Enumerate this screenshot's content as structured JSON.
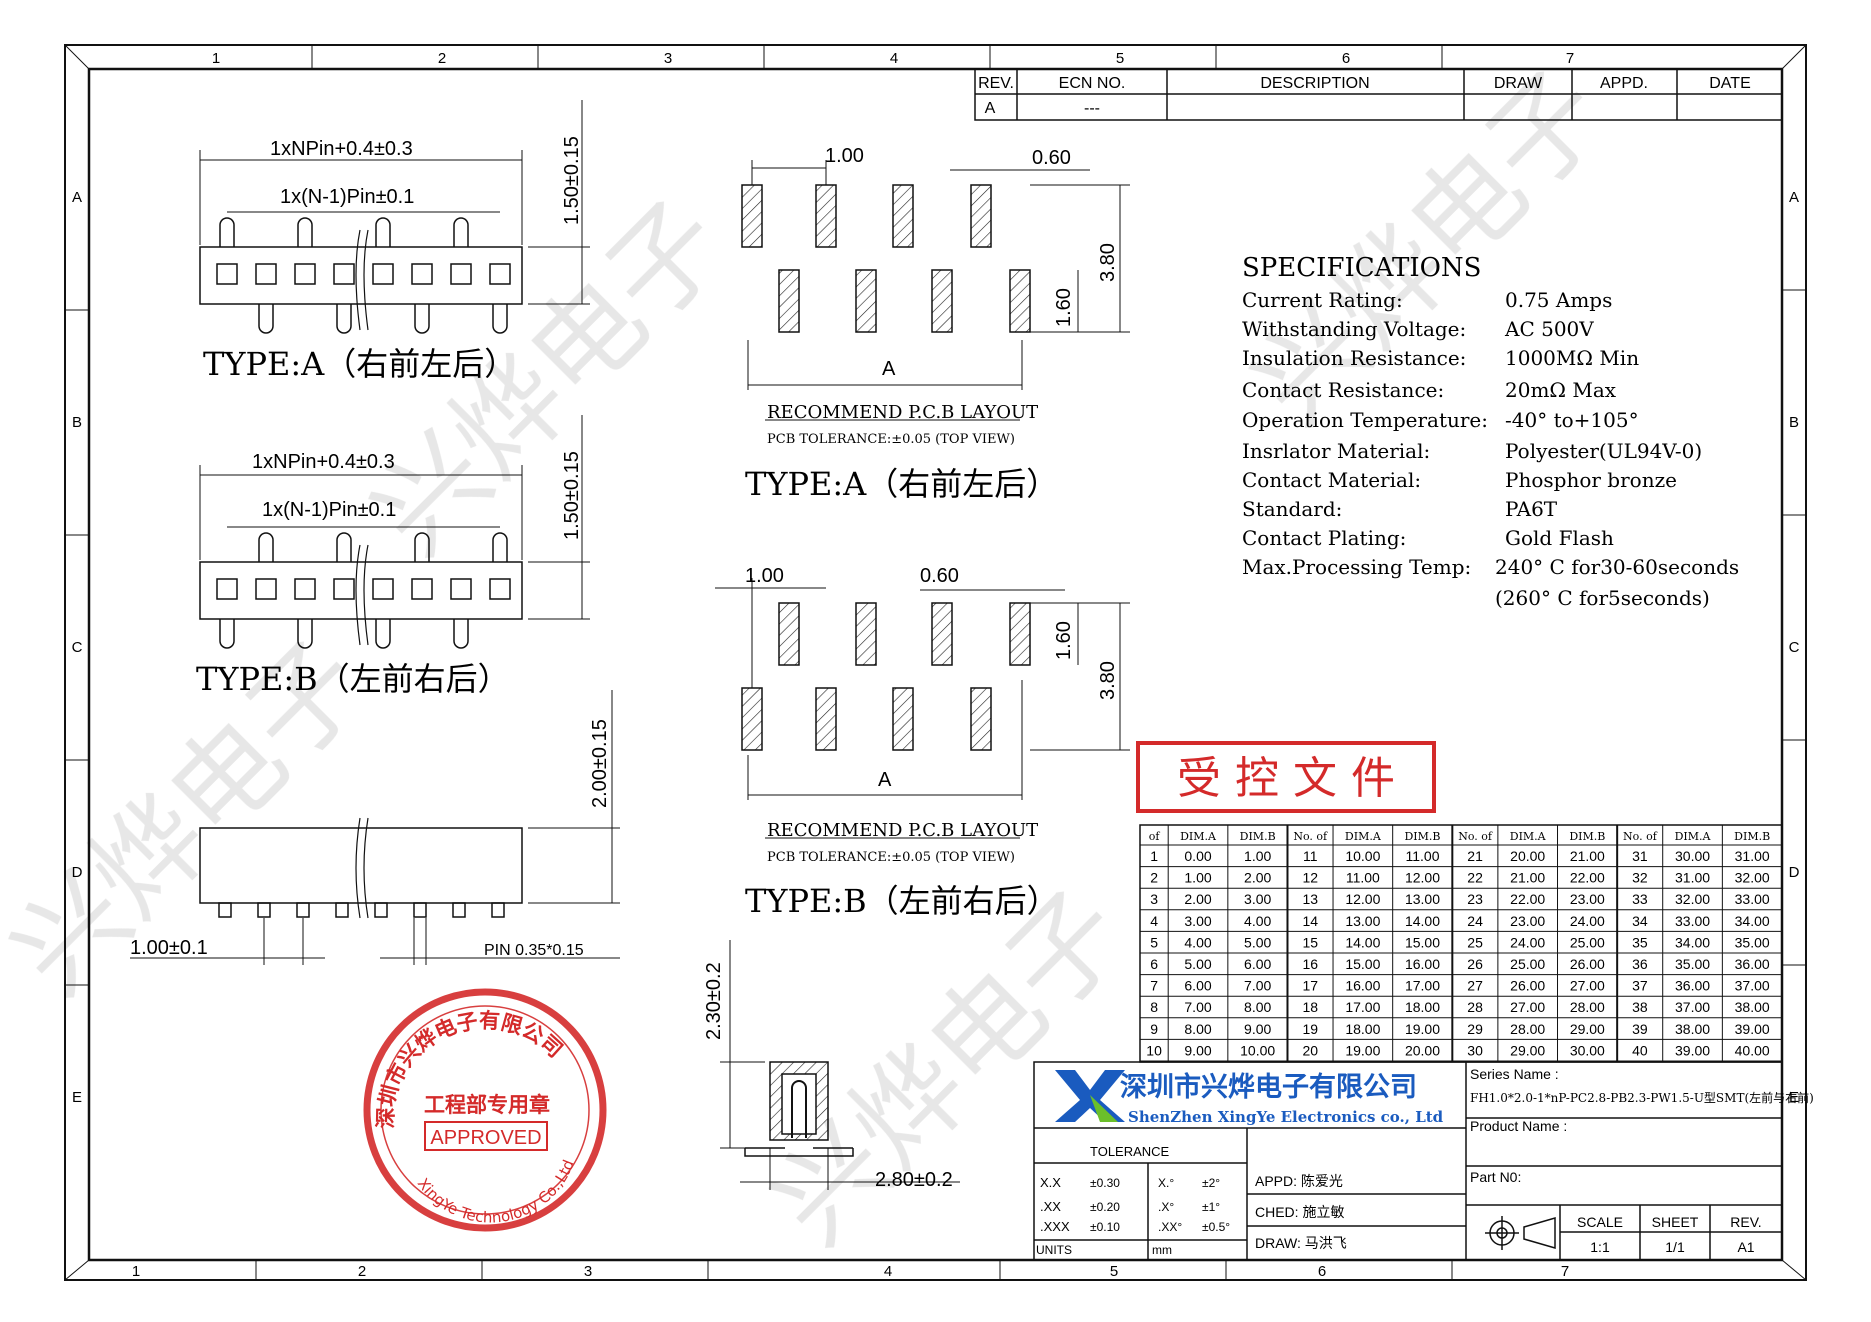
{
  "frame": {
    "columns_top": [
      "1",
      "2",
      "3",
      "4",
      "5",
      "6",
      "7"
    ],
    "columns_bottom": [
      "1",
      "2",
      "3",
      "4",
      "5",
      "6",
      "7"
    ],
    "rows": [
      "A",
      "B",
      "C",
      "D",
      "E"
    ]
  },
  "revision_table": {
    "headers": [
      "REV.",
      "ECN NO.",
      "DESCRIPTION",
      "DRAW",
      "APPD.",
      "DATE"
    ],
    "row": [
      "A",
      "---",
      "",
      "",
      "",
      ""
    ]
  },
  "drawing": {
    "type_a_label": "TYPE:A（右前左后）",
    "type_b_label": "TYPE:B（左前右后）",
    "dim_n_pin": "1xNPin+0.4±0.3",
    "dim_n1_pin": "1x(N-1)Pin±0.1",
    "dim_height_150": "1.50±0.15",
    "dim_height_200": "2.00±0.15",
    "dim_pitch": "1.00±0.1",
    "dim_pin": "PIN  0.35*0.15",
    "dim_230": "2.30±0.2",
    "dim_280": "2.80±0.2",
    "pcb_100": "1.00",
    "pcb_060": "0.60",
    "pcb_380": "3.80",
    "pcb_160": "1.60",
    "pcb_a": "A",
    "pcb_title": "RECOMMEND P.C.B LAYOUT",
    "pcb_tolerance": "PCB TOLERANCE:±0.05 (TOP VIEW)"
  },
  "specifications": {
    "title": "SPECIFICATIONS",
    "rows": [
      {
        "k": "Current Rating:",
        "v": "0.75 Amps"
      },
      {
        "k": "Withstanding Voltage:",
        "v": "AC 500V"
      },
      {
        "k": "Insulation Resistance:",
        "v": "1000MΩ Min"
      },
      {
        "k": "Contact Resistance:",
        "v": "20mΩ Max"
      },
      {
        "k": "Operation Temperature:",
        "v": "-40° to+105°"
      },
      {
        "k": "Insrlator Material:",
        "v": "Polyester(UL94V-0)"
      },
      {
        "k": "Contact Material:",
        "v": "Phosphor bronze"
      },
      {
        "k": "Standard:",
        "v": "PA6T"
      },
      {
        "k": "Contact Plating:",
        "v": "Gold Flash"
      },
      {
        "k": "Max.Processing Temp:",
        "v": "240° C for30-60seconds"
      },
      {
        "k": "",
        "v": "(260° C for5seconds)"
      }
    ]
  },
  "controlled_stamp": "受 控 文 件",
  "dim_table": {
    "headers": [
      "of",
      "DIM.A",
      "DIM.B",
      "No. of",
      "DIM.A",
      "DIM.B",
      "No. of",
      "DIM.A",
      "DIM.B",
      "No. of",
      "DIM.A",
      "DIM.B"
    ],
    "rows": [
      [
        "1",
        "0.00",
        "1.00",
        "11",
        "10.00",
        "11.00",
        "21",
        "20.00",
        "21.00",
        "31",
        "30.00",
        "31.00"
      ],
      [
        "2",
        "1.00",
        "2.00",
        "12",
        "11.00",
        "12.00",
        "22",
        "21.00",
        "22.00",
        "32",
        "31.00",
        "32.00"
      ],
      [
        "3",
        "2.00",
        "3.00",
        "13",
        "12.00",
        "13.00",
        "23",
        "22.00",
        "23.00",
        "33",
        "32.00",
        "33.00"
      ],
      [
        "4",
        "3.00",
        "4.00",
        "14",
        "13.00",
        "14.00",
        "24",
        "23.00",
        "24.00",
        "34",
        "33.00",
        "34.00"
      ],
      [
        "5",
        "4.00",
        "5.00",
        "15",
        "14.00",
        "15.00",
        "25",
        "24.00",
        "25.00",
        "35",
        "34.00",
        "35.00"
      ],
      [
        "6",
        "5.00",
        "6.00",
        "16",
        "15.00",
        "16.00",
        "26",
        "25.00",
        "26.00",
        "36",
        "35.00",
        "36.00"
      ],
      [
        "7",
        "6.00",
        "7.00",
        "17",
        "16.00",
        "17.00",
        "27",
        "26.00",
        "27.00",
        "37",
        "36.00",
        "37.00"
      ],
      [
        "8",
        "7.00",
        "8.00",
        "18",
        "17.00",
        "18.00",
        "28",
        "27.00",
        "28.00",
        "38",
        "37.00",
        "38.00"
      ],
      [
        "9",
        "8.00",
        "9.00",
        "19",
        "18.00",
        "19.00",
        "29",
        "28.00",
        "29.00",
        "39",
        "38.00",
        "39.00"
      ],
      [
        "10",
        "9.00",
        "10.00",
        "20",
        "19.00",
        "20.00",
        "30",
        "29.00",
        "30.00",
        "40",
        "39.00",
        "40.00"
      ]
    ]
  },
  "title_block": {
    "company_cn": "深圳市兴烨电子有限公司",
    "company_en": "ShenZhen XingYe Electronics co., Ltd",
    "series_label": "Series Name :",
    "series_value": "FH1.0*2.0-1*nP-PC2.8-PB2.3-PW1.5-U型SMT(左前与右前)",
    "product_label": "Product Name :",
    "part_label": "Part N0:",
    "tolerance_label": "TOLERANCE",
    "tol_rows": [
      {
        "a": "X.X",
        "b": "±0.30",
        "c": "X.°",
        "d": "±2°"
      },
      {
        "a": ".XX",
        "b": "±0.20",
        "c": ".X°",
        "d": "±1°"
      },
      {
        "a": ".XXX",
        "b": "±0.10",
        "c": ".XX°",
        "d": "±0.5°"
      }
    ],
    "units_label": "UNITS",
    "units_value": "mm",
    "appd": "APPD: 陈爱光",
    "ched": "CHED: 施立敏",
    "draw": "DRAW: 马洪飞",
    "scale_label": "SCALE",
    "scale_value": "1:1",
    "sheet_label": "SHEET",
    "sheet_value": "1/1",
    "rev_label": "REV.",
    "rev_value": "A1"
  },
  "seal": {
    "ring_text": "深圳市兴烨电子有限公司",
    "ring_text_en": "XingYe Technology Co.,Ltd",
    "center": "工程部专用章",
    "approved": "APPROVED"
  },
  "watermark": "兴烨电子",
  "colors": {
    "seal_red": "#d42a2a",
    "logo_blue": "#1a5bbf",
    "logo_green": "#6bbf2a"
  }
}
